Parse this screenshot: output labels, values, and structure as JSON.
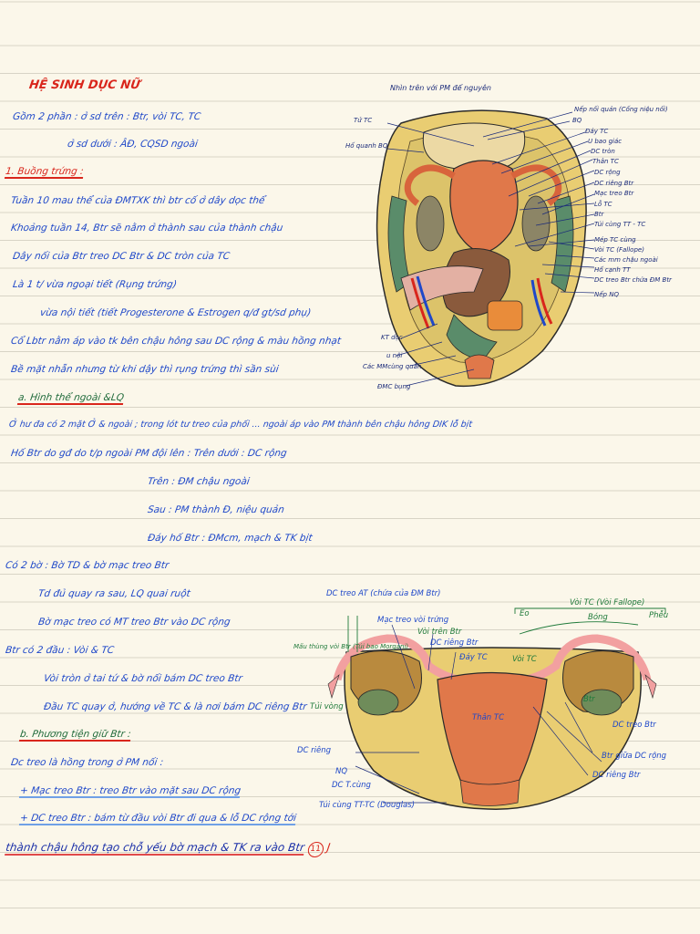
{
  "notes": {
    "title": "HỆ SINH DỤC NỮ",
    "l1": "Gồm 2 phần : ở sd trên : Btr, vòi TC, TC",
    "l2": "ở sd dưới : ÂĐ, CQSD ngoài",
    "h1": "1. Buồng trứng :",
    "l3": "Tuần 10 mau thể của ĐMTXK thì btr cố ở dây dọc thể",
    "l4": "Khoảng tuần 14, Btr sẽ nằm ở thành sau của thành chậu",
    "l5": "Dây nối của Btr treo DC Btr & DC tròn của TC",
    "l6": "Là 1 t/ vừa ngoại tiết (Rụng trứng)",
    "l7": "vừa nội tiết (tiết Progesterone & Estrogen q/đ gt/sd phụ)",
    "l8": "Cổ Lbtr nằm áp vào tk bên chậu hông sau DC rộng & màu hồng nhạt",
    "l9": "Bề mặt nhẵn nhưng từ khi dậy thì rụng trứng thì sần sùi",
    "h2": "a. Hình thể ngoài &LQ",
    "l10": "Ở hư đa có 2 mặt Ở & ngoài ; trong lót tư treo của phối ... ngoài áp vào PM thành bên chậu hông DIK lỗ bịt",
    "l11": "Hố Btr do gđ do t/p ngoài PM đội lên : Trên dưới : DC rộng",
    "l12": "Trên : ĐM chậu ngoài",
    "l13": "Sau : PM thành Đ, niệu quản",
    "l14": "Đáy hố Btr : ĐMcm, mạch & TK bịt",
    "l15": "Có 2 bờ : Bờ TD & bờ mạc treo Btr",
    "l16": "Td đủ quay ra sau, LQ quai ruột",
    "l17": "Bờ mạc treo có MT treo Btr vào DC rộng",
    "l18": "Btr có 2 đầu : Vòi & TC",
    "l19": "Vòi tròn ở tai tứ & bờ nối bám DC treo Btr",
    "l20": "Đầu TC quay ở, hướng về TC & là nơi bám DC riêng Btr",
    "h3": "b. Phương tiện giữ Btr :",
    "l21": "Dc treo là hồng trong ở PM nối :",
    "l22": "+ Mạc treo Btr : treo Btr vào mặt sau DC rộng",
    "l23": "+ DC treo Btr : bám từ đầu vòi Btr đi qua & lỗ DC rộng tới",
    "l24": "thành chậu hông tạo chỗ yếu bờ mạch & TK ra vào Btr",
    "l24_num": "11"
  },
  "diagram1": {
    "header": "Nhìn trên với PM để nguyên",
    "labels_left": [
      "Tử TC",
      "Hố quanh BQ",
      "KT dọc",
      "u nội",
      "Các MMcùng quấn",
      "ĐMC bụng"
    ],
    "labels_right": [
      "Nếp nối quản (Cống niệu nối)",
      "BQ",
      "Đáy TC",
      "U bao giác",
      "DC tròn",
      "Thân TC",
      "DC rộng",
      "DC riêng Btr",
      "Mạc treo Btr",
      "Lỗ TC",
      "Btr",
      "Túi cùng TT - TC",
      "Mép TC cùng",
      "Vòi TC (Fallope)",
      "Các mm chậu ngoài",
      "Hố cạnh TT",
      "DC treo Btr chứa ĐM Btr",
      "Nếp NQ"
    ]
  },
  "diagram2": {
    "labels": [
      "DC treo AT (chứa của ĐM Btr)",
      "Mạc treo vòi trứng",
      "Vòi TC (Vòi Fallope)",
      "Eo",
      "Bóng",
      "Phễu",
      "Mấu thùng vòi Btr (Túi bao Morgani)",
      "Tủi vòng",
      "Đáy TC",
      "Thân TC",
      "DC riêng",
      "NQ",
      "DC T.cùng",
      "Túi cùng TT-TC (Douglas)",
      "DC treo Btr",
      "Btr giữa DC rộng",
      "DC riêng Btr",
      "Vòi TC",
      "Btr",
      "Vòi trên Btr",
      "DC riêng Btr"
    ]
  },
  "colors": {
    "ink_blue": "#1f48c9",
    "ink_red": "#d9261c",
    "paper": "#fbf7ea",
    "uterus": "#e0784a",
    "peritoneum": "#e9cd72"
  }
}
